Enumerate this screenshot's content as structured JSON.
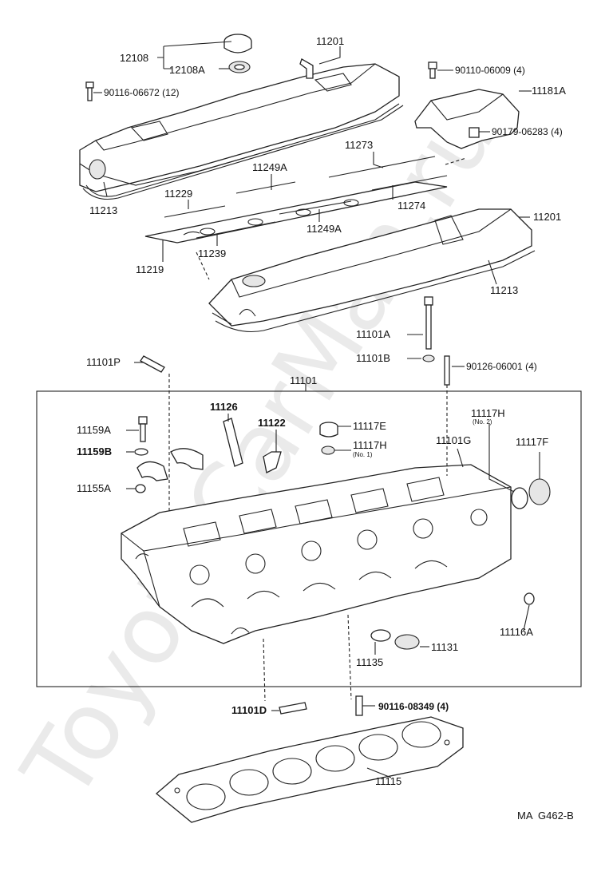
{
  "watermark": "ToyotaCarMan.ru",
  "diagram_code": "MA  G462-B",
  "labels": {
    "p12108": "12108",
    "p12108A": "12108A",
    "p11201_top": "11201",
    "p90110": "90110-06009 (4)",
    "p90116_06672": "90116-06672 (12)",
    "p11181A": "11181A",
    "p90179": "90179-06283 (4)",
    "p11213_left": "11213",
    "p11273": "11273",
    "p11249A_top": "11249A",
    "p11229": "11229",
    "p11274": "11274",
    "p11249A_bot": "11249A",
    "p11239": "11239",
    "p11219": "11219",
    "p11201_right": "11201",
    "p11213_right": "11213",
    "p11101A": "11101A",
    "p11101B": "11101B",
    "p90126": "90126-06001 (4)",
    "p11101P": "11101P",
    "p11101": "11101",
    "p11126": "11126",
    "p11122": "11122",
    "p11117E": "11117E",
    "p11117H_n1": "11117H",
    "p11117H_n1_note": "(No. 1)",
    "p11117H_n2": "11117H",
    "p11117H_n2_note": "(No. 2)",
    "p11117F": "11117F",
    "p11101G": "11101G",
    "p11159A": "11159A",
    "p11159B": "11159B",
    "p11155A": "11155A",
    "p11116A": "11116A",
    "p11131": "11131",
    "p11135": "11135",
    "p11101D": "11101D",
    "p90116_08349": "90116-08349 (4)",
    "p11115": "11115"
  }
}
